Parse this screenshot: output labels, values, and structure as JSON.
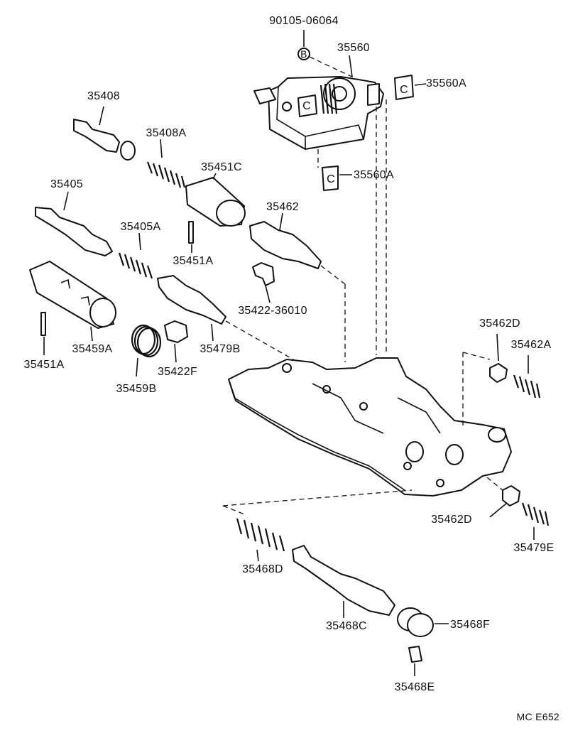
{
  "labels": {
    "bolt": "90105-06064",
    "bolt_mark": "B",
    "solenoid": "35560",
    "plate_a_top": "35560A",
    "plate_a_mid": "35560A",
    "plate_mark": "C",
    "valve_35408": "35408",
    "spring_35408a": "35408A",
    "sleeve_35451c": "35451C",
    "valve_35405": "35405",
    "spring_35405a": "35405A",
    "pin_35451a_mid": "35451A",
    "valve_35462": "35462",
    "clip_35422_36010": "35422-36010",
    "sleeve_35459a": "35459A",
    "pin_35451a_low": "35451A",
    "spring_35459b": "35459B",
    "clip_35422f": "35422F",
    "valve_35479b": "35479B",
    "clip_35462d_top": "35462D",
    "spring_35462a": "35462A",
    "clip_35462d_low": "35462D",
    "spring_35479e": "35479E",
    "spring_35468d": "35468D",
    "valve_35468c": "35468C",
    "plug_35468f": "35468F",
    "key_35468e": "35468E",
    "drawing_code": "MC E652"
  }
}
